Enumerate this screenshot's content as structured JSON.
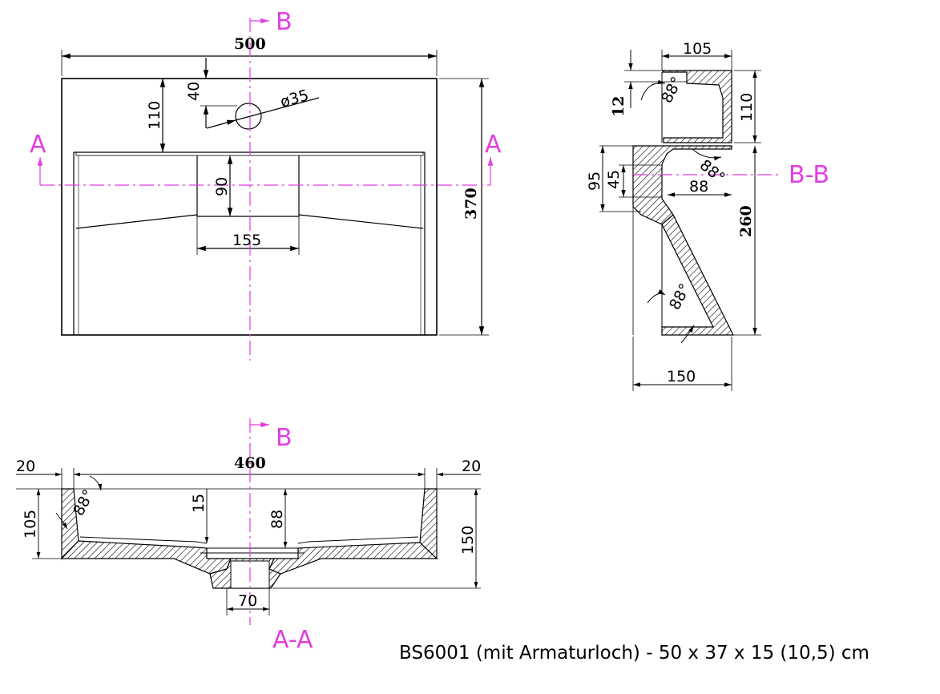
{
  "caption": "BS6001 (mit Armaturloch) - 50 x 37 x 15 (10,5) cm",
  "colors": {
    "line": "#000000",
    "section": "#e13fe0"
  },
  "top_view": {
    "width": "500",
    "depth": "370",
    "hole_offset_top": "40",
    "hole_diameter": "ø35",
    "basin_offset_top": "110",
    "drain_depth": "90",
    "drain_width": "155",
    "section_a": "A",
    "section_b": "B"
  },
  "side_view": {
    "top_width": "105",
    "rim": "12",
    "top_height": "110",
    "angle_top": "88°",
    "drain_outer": "95",
    "drain_inner": "45",
    "drain_depth": "88",
    "angle_mid": "88°",
    "total_height": "260",
    "angle_bottom": "88°",
    "bottom_width": "150",
    "section_label": "B-B"
  },
  "front_view": {
    "left_wall": "20",
    "inner_width": "460",
    "right_wall": "20",
    "left_height": "105",
    "angle": "88°",
    "floor": "15",
    "depth": "88",
    "total_height": "150",
    "drain_width": "70",
    "section_b": "B",
    "section_label": "A-A"
  }
}
